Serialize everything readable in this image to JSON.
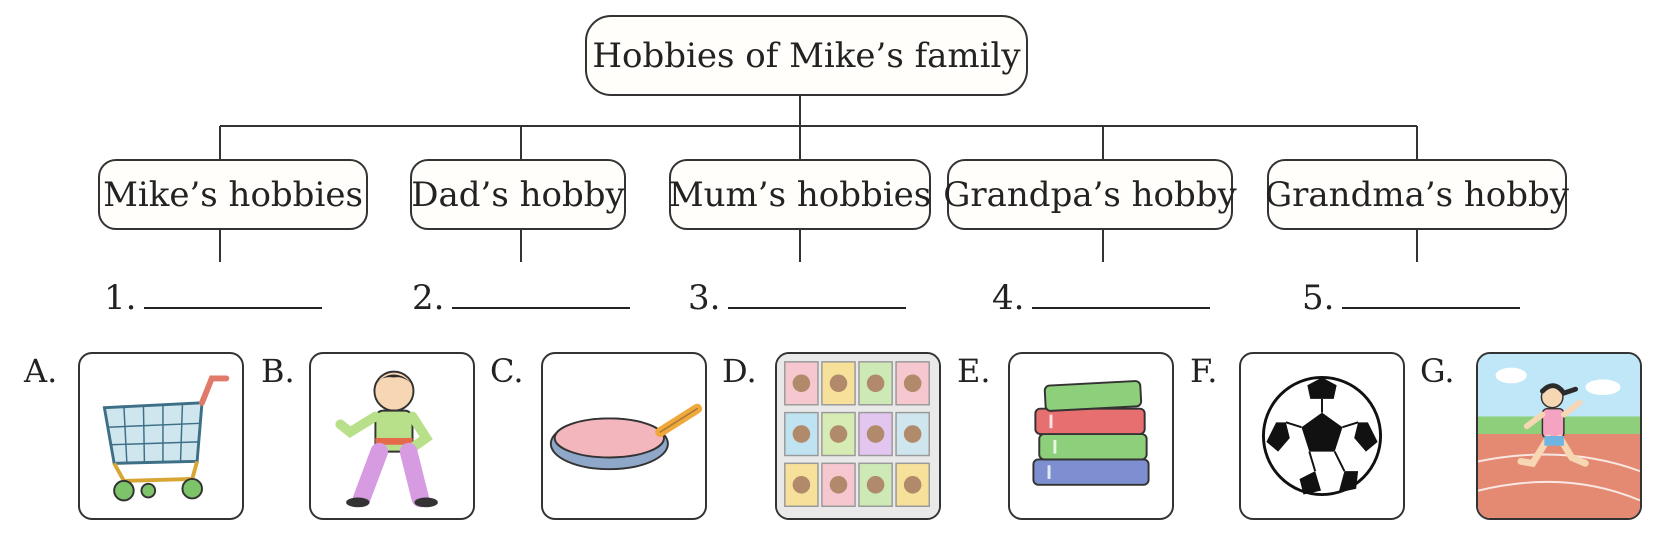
{
  "root": {
    "title": "Hobbies of Mike’s family"
  },
  "members": [
    {
      "label": "Mike’s hobbies"
    },
    {
      "label": "Dad’s hobby"
    },
    {
      "label": "Mum’s hobbies"
    },
    {
      "label": "Grandpa’s hobby"
    },
    {
      "label": "Grandma’s hobby"
    }
  ],
  "blanks": [
    "1.",
    "2.",
    "3.",
    "4.",
    "5."
  ],
  "options": [
    {
      "letter": "A.",
      "icon": "shopping-cart-icon"
    },
    {
      "letter": "B.",
      "icon": "kung-fu-boy-icon"
    },
    {
      "letter": "C.",
      "icon": "frying-pan-icon"
    },
    {
      "letter": "D.",
      "icon": "zodiac-stamps-icon"
    },
    {
      "letter": "E.",
      "icon": "books-stack-icon"
    },
    {
      "letter": "F.",
      "icon": "football-icon"
    },
    {
      "letter": "G.",
      "icon": "running-girl-icon"
    }
  ]
}
